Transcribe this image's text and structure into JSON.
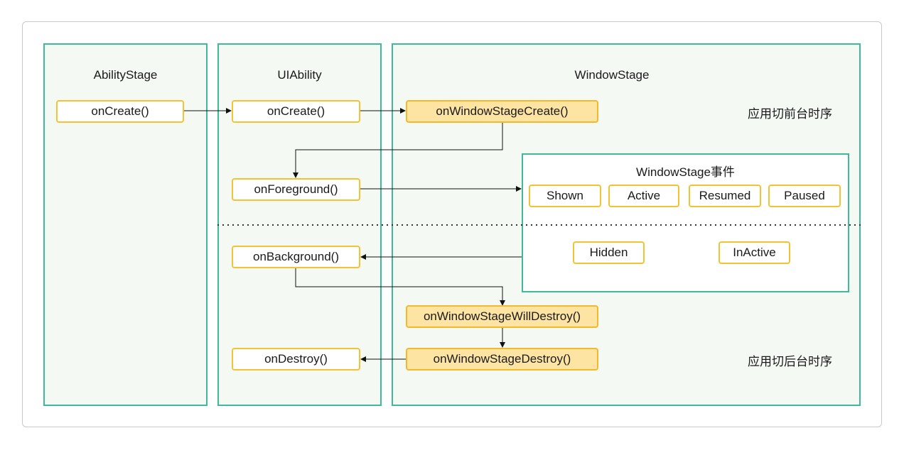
{
  "colors": {
    "lane_border": "#3fb99a",
    "lane_fill": "#f4f9f3",
    "node_border": "#f5c233",
    "node_highlight_fill": "#fde4a2"
  },
  "lanes": {
    "ability_stage": "AbilityStage",
    "ui_ability": "UIAbility",
    "window_stage": "WindowStage"
  },
  "nodes": {
    "as_on_create": "onCreate()",
    "ui_on_create": "onCreate()",
    "ui_on_foreground": "onForeground()",
    "ui_on_background": "onBackground()",
    "ui_on_destroy": "onDestroy()",
    "ws_create": "onWindowStageCreate()",
    "ws_will_destroy": "onWindowStageWillDestroy()",
    "ws_destroy": "onWindowStageDestroy()"
  },
  "events": {
    "title": "WindowStage事件",
    "foreground": [
      "Shown",
      "Active",
      "Resumed",
      "Paused"
    ],
    "background": [
      "Hidden",
      "InActive"
    ]
  },
  "labels": {
    "foreground_sequence": "应用切前台时序",
    "background_sequence": "应用切后台时序"
  }
}
